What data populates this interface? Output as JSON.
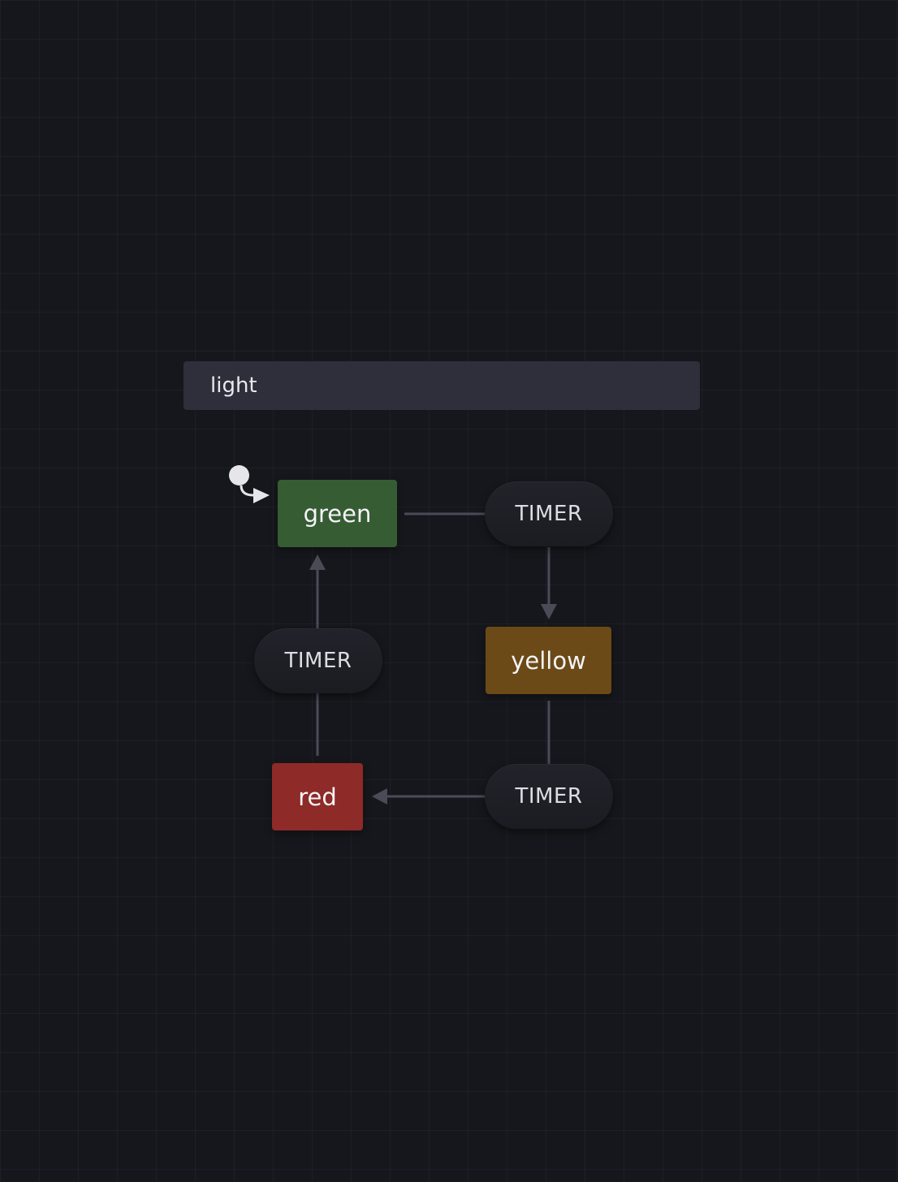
{
  "machine": {
    "title": "light"
  },
  "states": {
    "green": {
      "label": "green",
      "color": "#365c34"
    },
    "yellow": {
      "label": "yellow",
      "color": "#6b4a17"
    },
    "red": {
      "label": "red",
      "color": "#8e2a27"
    }
  },
  "transitions": [
    {
      "event": "TIMER",
      "from": "green",
      "to": "yellow"
    },
    {
      "event": "TIMER",
      "from": "yellow",
      "to": "red"
    },
    {
      "event": "TIMER",
      "from": "red",
      "to": "green"
    }
  ],
  "colors": {
    "edge": "#4a4b57",
    "initial": "#e6e6ea"
  }
}
